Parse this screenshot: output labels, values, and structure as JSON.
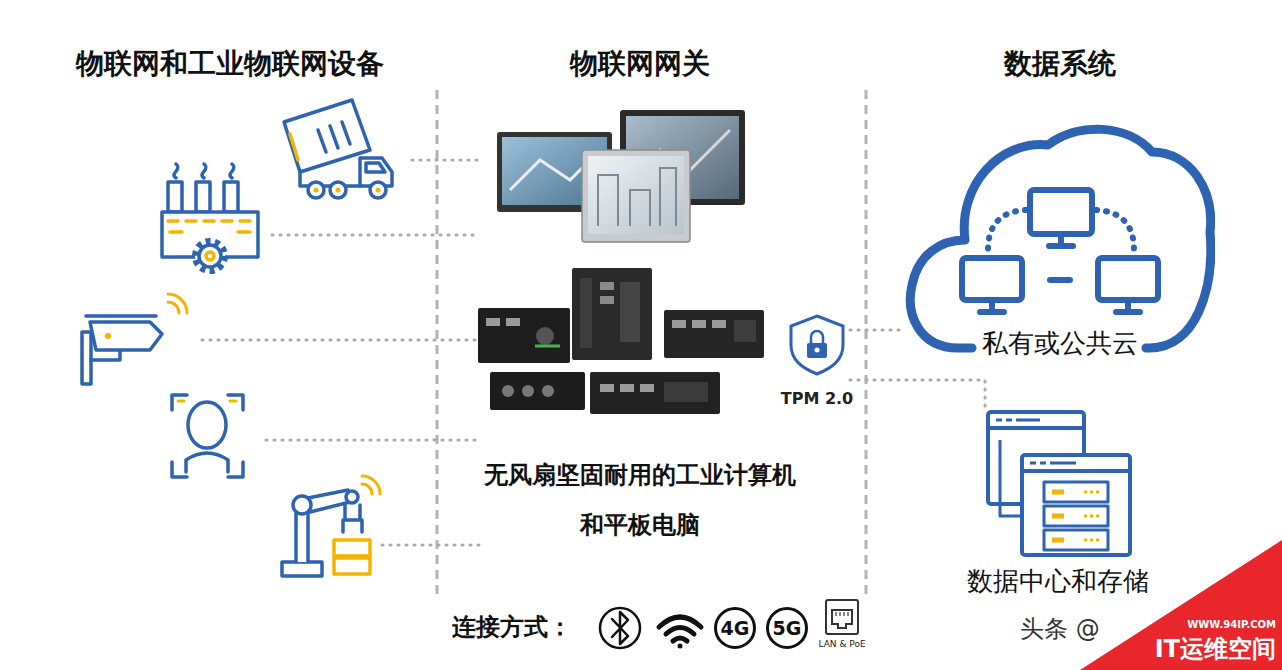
{
  "diagram": {
    "nodes": [
      {
        "text": [
          "无风扇坚固耐用的工业计算机 和平板电脑"
        ]
      },
      {
        "text": [
          "私有或公共云"
        ]
      },
      {
        "text": [
          "数据中心和存储"
        ]
      },
      {
        "text": [
          "4G"
        ]
      },
      {
        "text": [
          "5G"
        ]
      }
    ],
    "edges": [
      {
        "from": 0,
        "to": 1,
        "arrow": "none"
      },
      {
        "from": 0,
        "to": 2,
        "arrow": "none"
      }
    ],
    "labels": [
      "物联网和工业物联网设备",
      "物联网网关",
      "数据系统",
      "TPM 2.0",
      "连接方式：",
      "LAN & PoE",
      "头条 @",
      "WWW.94IP.COM",
      "IT运维空间"
    ]
  }
}
